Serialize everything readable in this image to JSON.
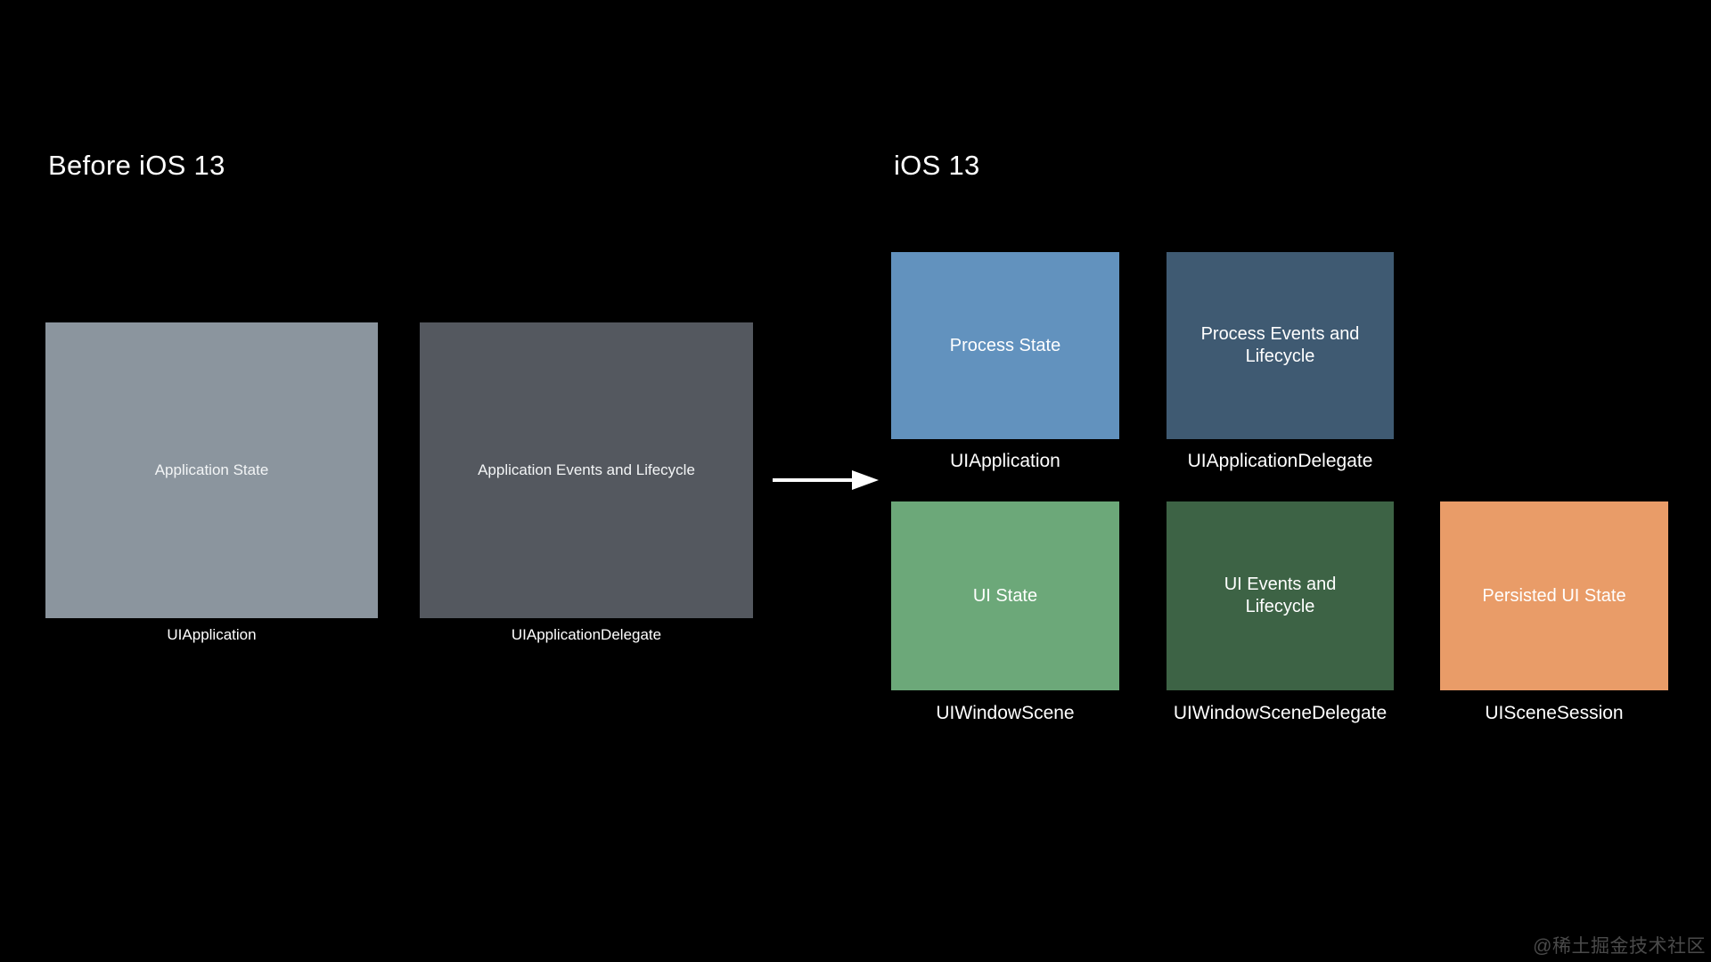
{
  "slide": {
    "background": "#000000",
    "left_section": {
      "title": "Before iOS 13",
      "boxes": [
        {
          "text": "Application State",
          "label": "UIApplication",
          "color": "#8B959E"
        },
        {
          "text": "Application Events and Lifecycle",
          "label": "UIApplicationDelegate",
          "color": "#54585F"
        }
      ]
    },
    "right_section": {
      "title": "iOS 13",
      "row1": [
        {
          "text": "Process State",
          "label": "UIApplication",
          "color": "#6292BE"
        },
        {
          "text": "Process Events and Lifecycle",
          "label": "UIApplicationDelegate",
          "color": "#3F5A72"
        }
      ],
      "row2": [
        {
          "text": "UI State",
          "label": "UIWindowScene",
          "color": "#6CA879"
        },
        {
          "text": "UI Events and Lifecycle",
          "label": "UIWindowSceneDelegate",
          "color": "#3D6345"
        },
        {
          "text": "Persisted UI State",
          "label": "UISceneSession",
          "color": "#E99C68"
        }
      ]
    },
    "arrow": {
      "color": "#FFFFFF",
      "direction": "right"
    },
    "watermark": "@稀土掘金技术社区"
  }
}
